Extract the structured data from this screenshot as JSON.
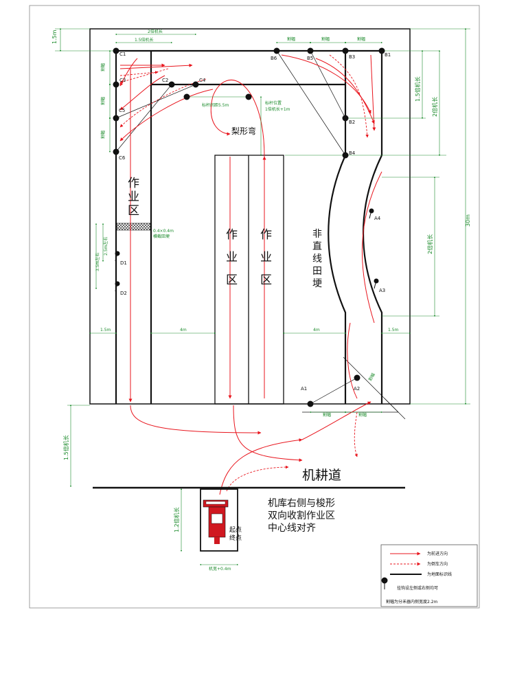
{
  "zones": {
    "left": [
      "作",
      "业",
      "区"
    ],
    "mid1": [
      "作",
      "业",
      "区"
    ],
    "mid2": [
      "作",
      "业",
      "区"
    ],
    "non_straight": [
      "非",
      "直",
      "线",
      "田",
      "埂"
    ]
  },
  "labels": {
    "pear_turn": "梨形弯",
    "road": "机耕道",
    "garage_note": [
      "机库右侧与梭形",
      "双向收割作业区",
      "中心线对齐"
    ],
    "start_end": [
      "起点",
      "终点"
    ]
  },
  "dims": {
    "top_margin": "1.5m",
    "total_height": "30m",
    "twice_len_top": "2倍机长",
    "onehalf_len_top": "1.5倍机长",
    "cut_width": "割幅",
    "onehalf_len_right": "1.5倍机长",
    "twice_len_right1": "2倍机长",
    "twice_len_right2": "2倍机长",
    "pole_gap": "标杆间距5.5m",
    "pole_pos": [
      "标杆位置",
      "1倍机长+1m"
    ],
    "ditch": [
      "0.4×0.4m",
      "横截田埂"
    ],
    "d_left1": "2.5m左右",
    "d_left2": "3.5m左右",
    "left_edge": "1.5m",
    "left_gap": "4m",
    "right_gap": "4m",
    "right_edge": "1.5m",
    "road_gap": "1.5倍机长",
    "garage_len": "1.2倍机长",
    "garage_width": "机宽+0.4m",
    "cut_width_bottom1": "割幅",
    "cut_width_bottom2": "割幅",
    "cut_width_diag": "割幅"
  },
  "points": {
    "C1": "C1",
    "C2": "C2",
    "C3": "C3",
    "C4": "C4",
    "C5": "C5",
    "C6": "C6",
    "B1": "B1",
    "B2": "B2",
    "B3": "B3",
    "B4": "B4",
    "B5": "B5",
    "B6": "B6",
    "A1": "A1",
    "A2": "A2",
    "A3": "A3",
    "A4": "A4",
    "D1": "D1",
    "D2": "D2"
  },
  "legend": {
    "forward": "为前进方向",
    "reverse": "为倒车方向",
    "ground_line": "为地面标识线",
    "pole_note": "挂钩设左侧或右侧均可",
    "footnote": "割幅为分禾器内侧宽度2.2m"
  },
  "colors": {
    "forward": "#e8141c",
    "reverse": "#e8141c",
    "line": "#111111",
    "dimension": "#1a8a2a"
  }
}
